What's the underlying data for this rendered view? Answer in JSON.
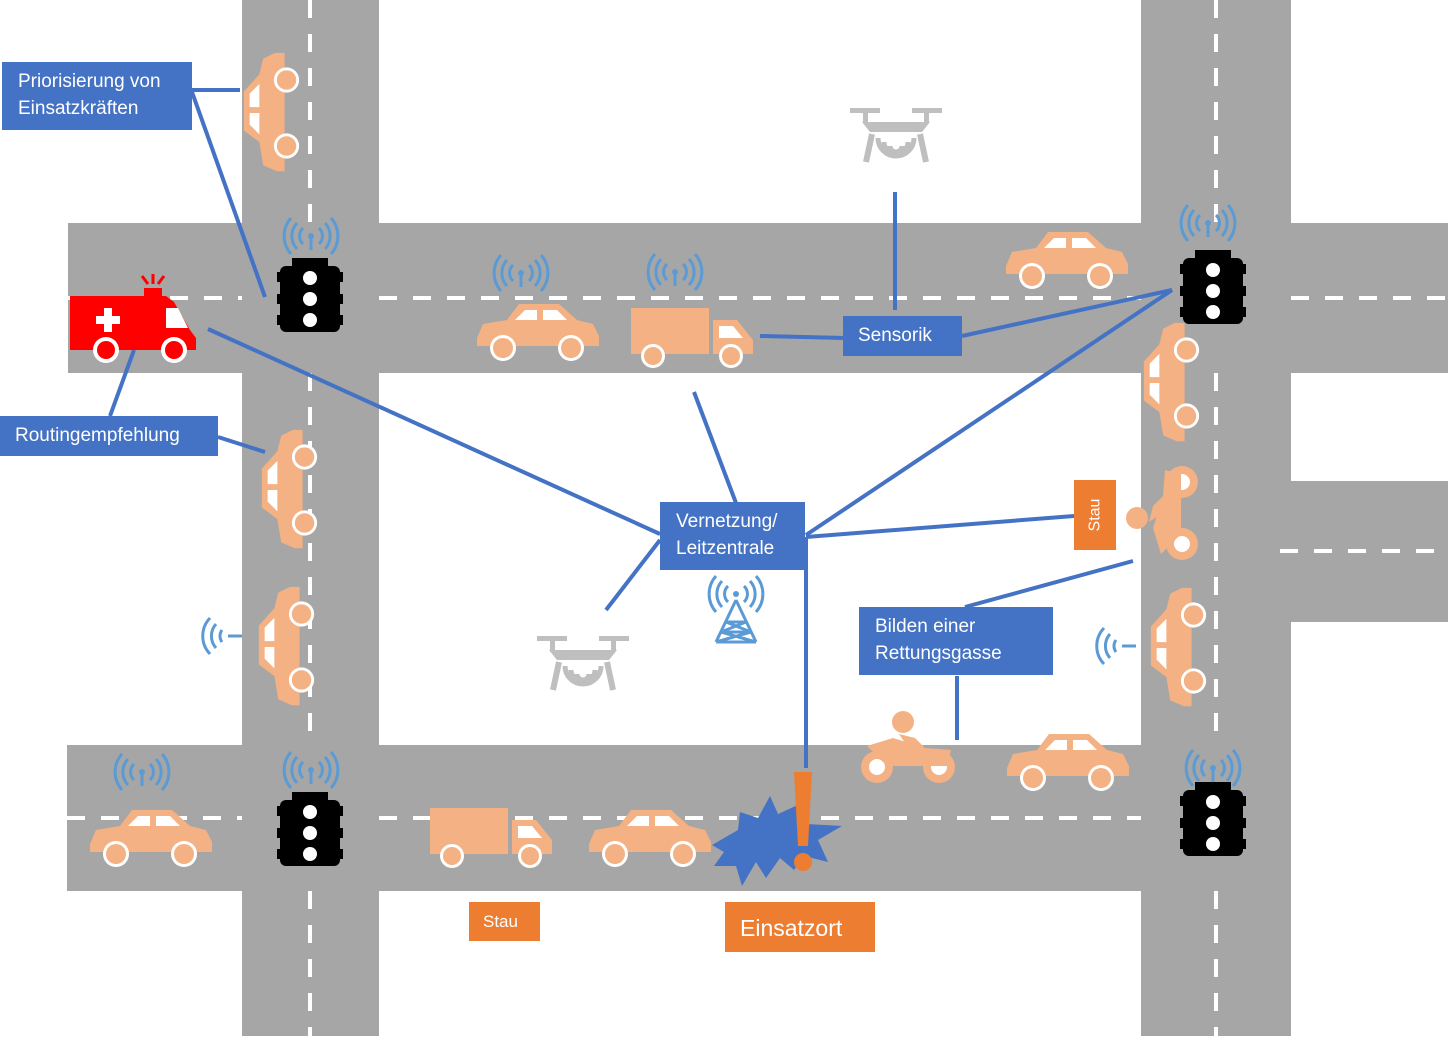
{
  "labels": {
    "priorisierung": "Priorisierung von Einsatzkräften",
    "routing": "Routingempfehlung",
    "sensorik": "Sensorik",
    "vernetzung": "Vernetzung/ Leitzentrale",
    "rettungsgasse": "Bilden einer Rettungsgasse",
    "stau_right": "Stau",
    "stau_bottom": "Stau",
    "einsatzort": "Einsatzort"
  },
  "colors": {
    "road": "#a6a6a6",
    "vehicle": "#f4b183",
    "ambulance": "#ff0000",
    "link": "#4472c4",
    "label_blue": "#4472c4",
    "label_orange": "#ed7d31",
    "drone": "#bfbfbf",
    "signal": "#5b9bd5",
    "traffic_light": "#000000"
  }
}
